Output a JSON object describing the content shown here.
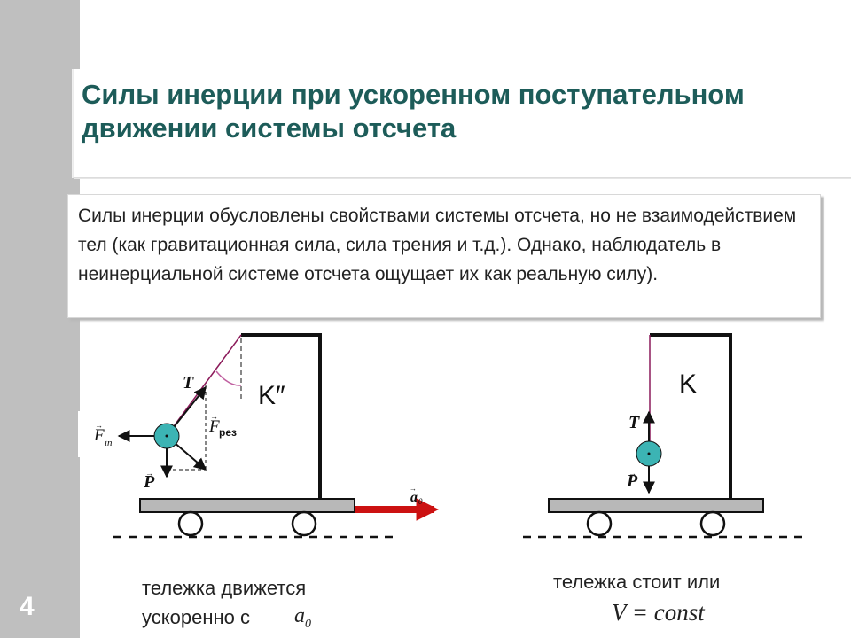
{
  "slide": {
    "number": "4"
  },
  "title": "Силы инерции при ускоренном поступательном движении системы отсчета",
  "body_text": "Силы инерции обусловлены свойствами системы отсчета, но не взаимодействием тел (как гравитационная сила, сила трения и т.д.). Однако, наблюдатель в неинерциальной системе отсчета ощущает их как реальную силу).",
  "left_diagram": {
    "frame_label": "K″",
    "labels": {
      "tension": "T",
      "resultant": "F",
      "resultant_sub": "рез",
      "inertia": "F",
      "inertia_sub": "in",
      "weight": "P",
      "acceleration": "a",
      "acceleration_sub": "0"
    },
    "caption_line1": "тележка движется",
    "caption_line2": "ускоренно с",
    "caption_math": "a",
    "caption_math_sub": "0"
  },
  "right_diagram": {
    "frame_label": "K",
    "labels": {
      "tension": "T",
      "weight": "P"
    },
    "caption_line1": "тележка стоит или",
    "caption_math": "V = const"
  },
  "colors": {
    "ball": "#3cb4b4",
    "accel_arrow": "#cc1111",
    "thread": "#8b1a5a",
    "angle_arc": "#c060a0",
    "title": "#1d5c59"
  }
}
